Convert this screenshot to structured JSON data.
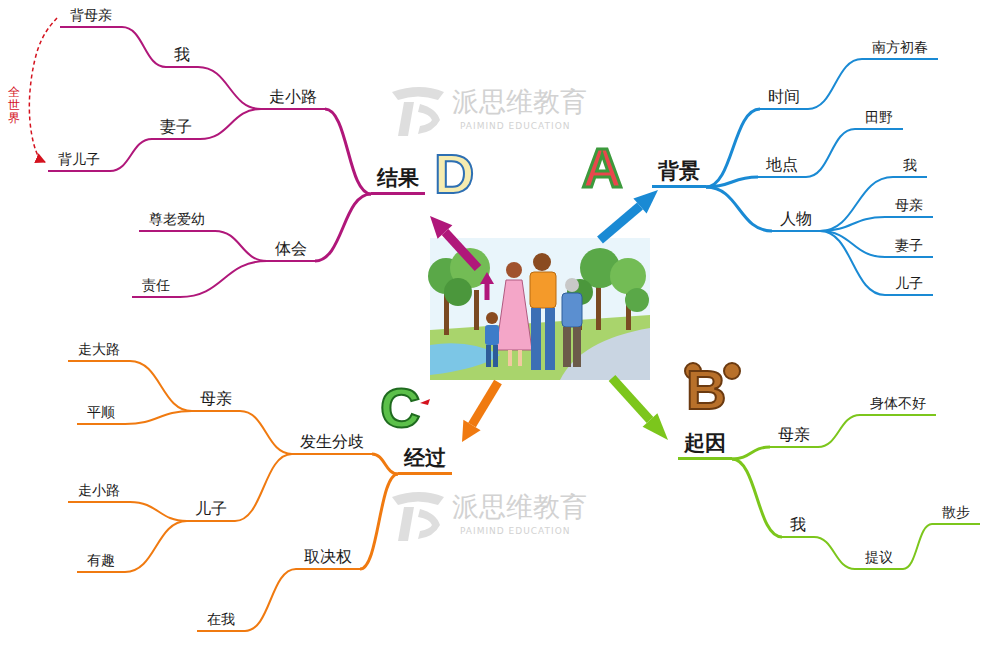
{
  "diagram": {
    "nodes": [
      {
        "text": [
          "背景"
        ]
      },
      {
        "text": [
          "时间"
        ]
      },
      {
        "text": [
          "南方初春"
        ]
      },
      {
        "text": [
          "地点"
        ]
      },
      {
        "text": [
          "田野"
        ]
      },
      {
        "text": [
          "人物"
        ]
      },
      {
        "text": [
          "我"
        ]
      },
      {
        "text": [
          "母亲"
        ]
      },
      {
        "text": [
          "妻子"
        ]
      },
      {
        "text": [
          "儿子"
        ]
      },
      {
        "text": [
          "起因"
        ]
      },
      {
        "text": [
          "母亲"
        ]
      },
      {
        "text": [
          "身体不好"
        ]
      },
      {
        "text": [
          "我"
        ]
      },
      {
        "text": [
          "提议"
        ]
      },
      {
        "text": [
          "散步"
        ]
      },
      {
        "text": [
          "经过"
        ]
      },
      {
        "text": [
          "发生分歧"
        ]
      },
      {
        "text": [
          "母亲"
        ]
      },
      {
        "text": [
          "走大路"
        ]
      },
      {
        "text": [
          "平顺"
        ]
      },
      {
        "text": [
          "儿子"
        ]
      },
      {
        "text": [
          "走小路"
        ]
      },
      {
        "text": [
          "有趣"
        ]
      },
      {
        "text": [
          "取决权"
        ]
      },
      {
        "text": [
          "在我"
        ]
      },
      {
        "text": [
          "结果"
        ]
      },
      {
        "text": [
          "走小路"
        ]
      },
      {
        "text": [
          "我"
        ]
      },
      {
        "text": [
          "背母亲"
        ]
      },
      {
        "text": [
          "妻子"
        ]
      },
      {
        "text": [
          "背儿子"
        ]
      },
      {
        "text": [
          "体会"
        ]
      },
      {
        "text": [
          "尊老爱幼"
        ]
      },
      {
        "text": [
          "责任"
        ]
      }
    ],
    "edges": [
      {
        "from": 0,
        "to": 1,
        "arrow": "none"
      },
      {
        "from": 1,
        "to": 2,
        "arrow": "none"
      },
      {
        "from": 0,
        "to": 3,
        "arrow": "none"
      },
      {
        "from": 3,
        "to": 4,
        "arrow": "none"
      },
      {
        "from": 0,
        "to": 5,
        "arrow": "none"
      },
      {
        "from": 5,
        "to": 6,
        "arrow": "none"
      },
      {
        "from": 5,
        "to": 7,
        "arrow": "none"
      },
      {
        "from": 5,
        "to": 8,
        "arrow": "none"
      },
      {
        "from": 5,
        "to": 9,
        "arrow": "none"
      },
      {
        "from": 10,
        "to": 11,
        "arrow": "none"
      },
      {
        "from": 11,
        "to": 12,
        "arrow": "none"
      },
      {
        "from": 10,
        "to": 13,
        "arrow": "none"
      },
      {
        "from": 13,
        "to": 14,
        "arrow": "none"
      },
      {
        "from": 14,
        "to": 15,
        "arrow": "none"
      },
      {
        "from": 16,
        "to": 17,
        "arrow": "none"
      },
      {
        "from": 17,
        "to": 18,
        "arrow": "none"
      },
      {
        "from": 18,
        "to": 19,
        "arrow": "none"
      },
      {
        "from": 18,
        "to": 20,
        "arrow": "none"
      },
      {
        "from": 17,
        "to": 21,
        "arrow": "none"
      },
      {
        "from": 21,
        "to": 22,
        "arrow": "none"
      },
      {
        "from": 21,
        "to": 23,
        "arrow": "none"
      },
      {
        "from": 16,
        "to": 24,
        "arrow": "none"
      },
      {
        "from": 24,
        "to": 25,
        "arrow": "none"
      },
      {
        "from": 26,
        "to": 27,
        "arrow": "none"
      },
      {
        "from": 27,
        "to": 28,
        "arrow": "none"
      },
      {
        "from": 28,
        "to": 29,
        "arrow": "none"
      },
      {
        "from": 27,
        "to": 30,
        "arrow": "none"
      },
      {
        "from": 30,
        "to": 31,
        "arrow": "none"
      },
      {
        "from": 26,
        "to": 32,
        "arrow": "none"
      },
      {
        "from": 32,
        "to": 33,
        "arrow": "none"
      },
      {
        "from": 32,
        "to": 34,
        "arrow": "none"
      },
      {
        "from": 29,
        "to": 31,
        "arrow": "to",
        "label": "全世界"
      }
    ],
    "labels": [
      "A",
      "B",
      "C",
      "D",
      "派思维教育",
      "PAIMIND EDUCATION",
      "派思维教育",
      "PAIMIND EDUCATION"
    ]
  }
}
